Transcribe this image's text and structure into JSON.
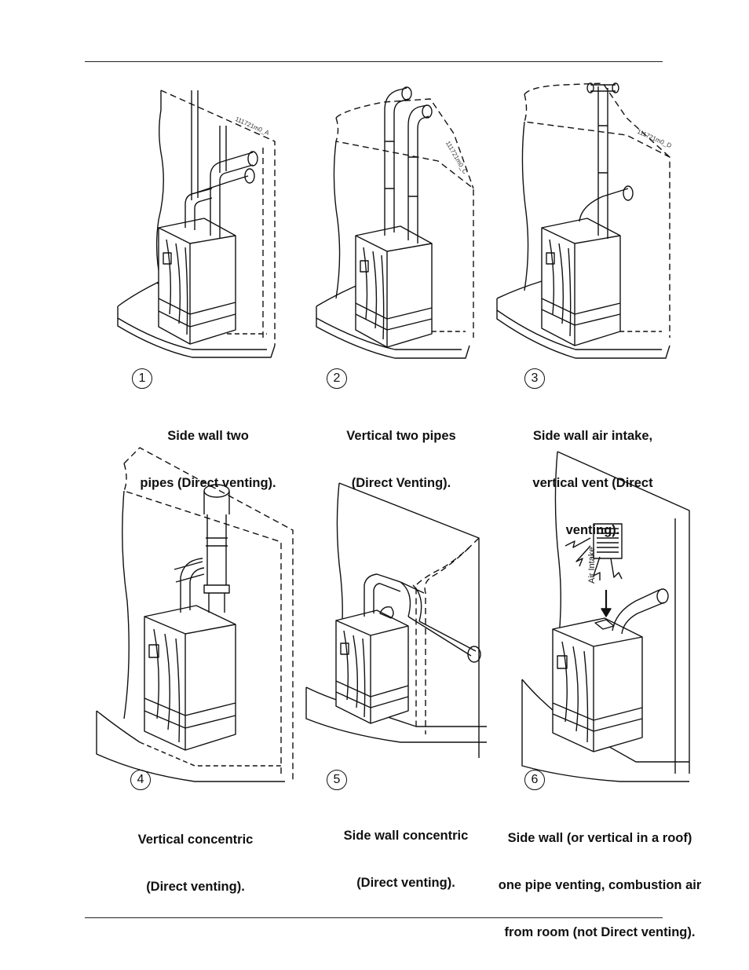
{
  "figure": {
    "panels": [
      {
        "number": "1",
        "caption_lines": [
          "Side wall two",
          "pipes (Direct venting)."
        ],
        "tag": "111721m0_A"
      },
      {
        "number": "2",
        "caption_lines": [
          "Vertical two pipes",
          "(Direct Venting)."
        ],
        "tag": "111721m0_C"
      },
      {
        "number": "3",
        "caption_lines": [
          "Side wall air intake,",
          "vertical vent (Direct",
          "venting)."
        ],
        "tag": "111721m0_D"
      },
      {
        "number": "4",
        "caption_lines": [
          "Vertical concentric",
          "(Direct venting)."
        ],
        "tag": ""
      },
      {
        "number": "5",
        "caption_lines": [
          "Side wall concentric",
          "(Direct venting)."
        ],
        "tag": ""
      },
      {
        "number": "6",
        "caption_lines": [
          "Side wall (or vertical in a roof)",
          "one pipe venting, combustion air",
          "from room (not Direct venting)."
        ],
        "tag": ""
      }
    ],
    "air_intake_label": "Air Intake"
  },
  "colors": {
    "ink": "#111111",
    "rule": "#222222",
    "paper": "#ffffff"
  }
}
